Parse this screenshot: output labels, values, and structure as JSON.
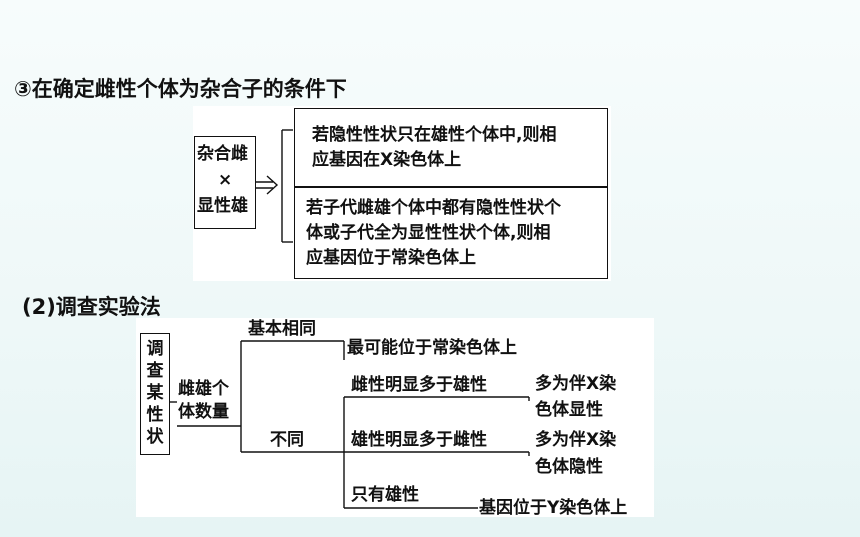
{
  "section3_heading": "③在确定雌性个体为杂合子的条件下",
  "cross": {
    "line1": "杂合雌",
    "line2": "×",
    "line3": "显性雄"
  },
  "outcome1": {
    "line1": "若隐性性状只在雄性个体中,则相",
    "line2": "应基因在X染色体上"
  },
  "outcome2": {
    "line1": "若子代雌雄个体中都有隐性性状个",
    "line2": "体或子代全为显性性状个体,则相",
    "line3": "应基因位于常染色体上"
  },
  "section2_heading": "(2)调查实验法",
  "survey": {
    "trait_chars": [
      "调",
      "查",
      "某",
      "性",
      "状"
    ],
    "count_line1": "雌雄个",
    "count_line2": "体数量",
    "same_label": "基本相同",
    "same_result": "最可能位于常染色体上",
    "diff_label": "不同",
    "branch1_label": "雌性明显多于雄性",
    "branch1_result_line1": "多为伴X染",
    "branch1_result_line2": "色体显性",
    "branch2_label": "雄性明显多于雌性",
    "branch2_result_line1": "多为伴X染",
    "branch2_result_line2": "色体隐性",
    "branch3_label": "只有雄性",
    "branch3_result": "基因位于Y染色体上"
  }
}
